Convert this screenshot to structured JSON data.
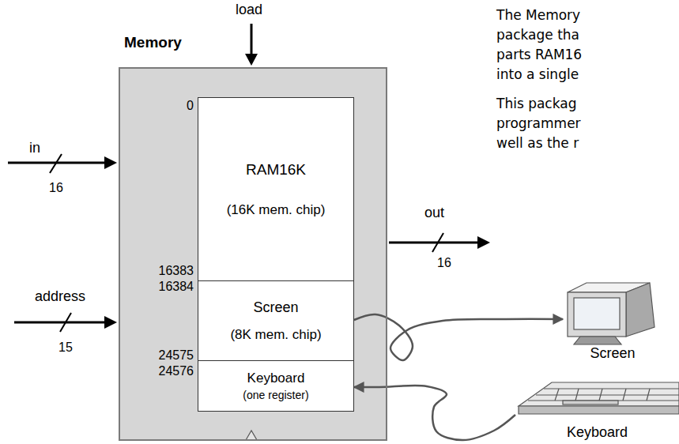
{
  "diagram": {
    "nodes": [
      {
        "text": [
          "Memory"
        ]
      },
      {
        "text": [
          "RAM16K",
          "(16K mem. chip)"
        ],
        "in": 0
      },
      {
        "text": [
          "Screen",
          "(8K mem. chip)"
        ],
        "in": 0
      },
      {
        "text": [
          "Keyboard",
          "(one register)"
        ],
        "in": 0
      },
      {
        "text": [
          "Screen"
        ]
      },
      {
        "text": [
          "Keyboard"
        ]
      }
    ],
    "edges": [
      {
        "from": 2,
        "to": 4,
        "arrow": "to"
      },
      {
        "from": 5,
        "to": 3,
        "arrow": "to"
      }
    ],
    "labels": [
      "load",
      "in",
      "16",
      "address",
      "15",
      "out",
      "16",
      "0",
      "16383",
      "16384",
      "24575",
      "24576",
      "The Memory",
      "package tha",
      "parts RAM16",
      "into a single",
      "This packag",
      "programmer",
      "well as the r"
    ]
  }
}
